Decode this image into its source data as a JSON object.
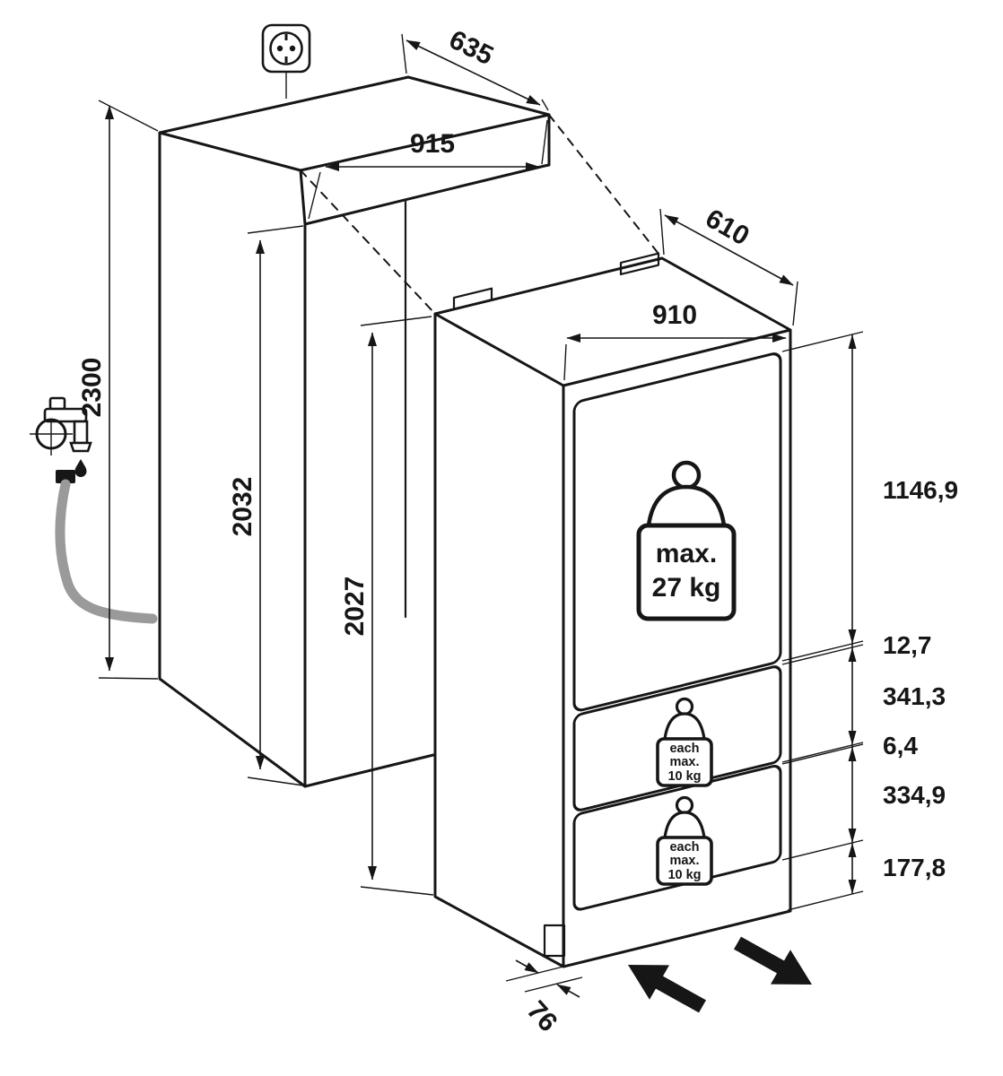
{
  "diagram_type": "built-in appliance installation dimension drawing",
  "dims": {
    "niche_height": "2300",
    "niche_clear_height": "2032",
    "niche_width": "915",
    "niche_depth": "635",
    "appliance_height": "2027",
    "appliance_width": "910",
    "appliance_depth": "610",
    "bottom_clearance": "76"
  },
  "chain": {
    "door": "1146,9",
    "gap1": "12,7",
    "drawer1": "341,3",
    "gap2": "6,4",
    "drawer2": "334,9",
    "plinth": "177,8"
  },
  "weights": {
    "door": {
      "line1": "max.",
      "line2": "27 kg"
    },
    "drawer": {
      "line1": "each",
      "line2": "max.",
      "line3": "10 kg"
    }
  },
  "icons": {
    "socket": "schuko-power-socket",
    "tap": "water-tap-with-drop",
    "hose": "water-hose",
    "arrows": "slide-in-out-direction"
  },
  "colors": {
    "line": "#161616",
    "hose": "#9a9a9a",
    "background": "#ffffff"
  }
}
